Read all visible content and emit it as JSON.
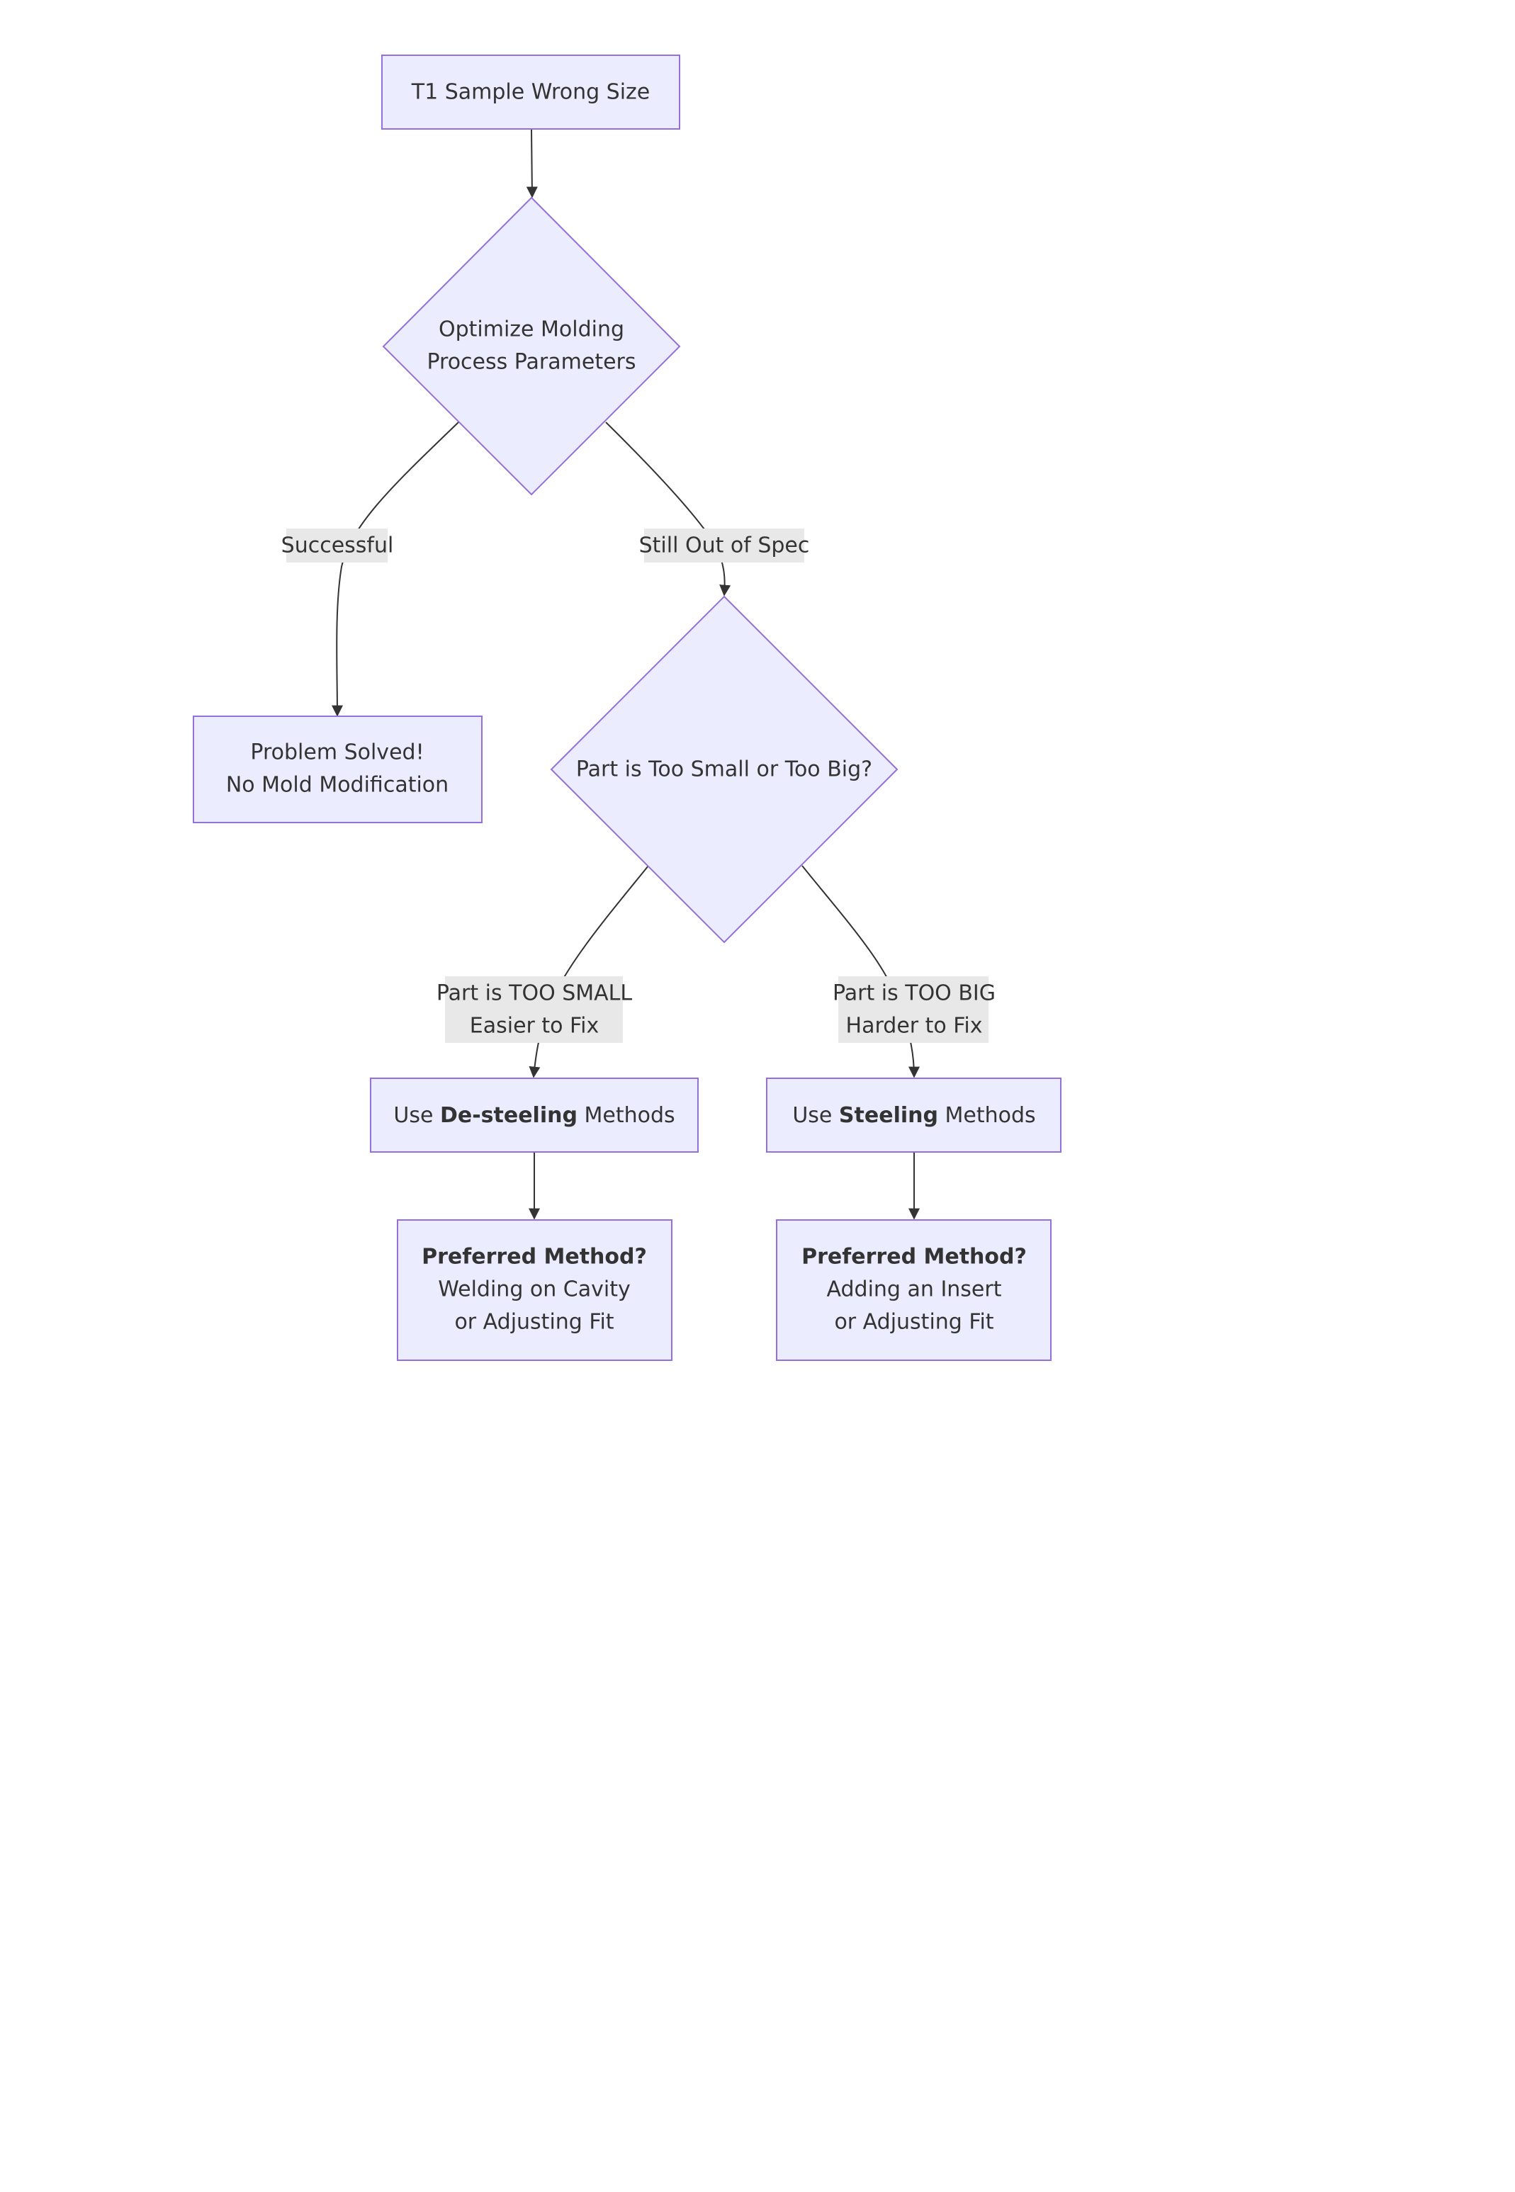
{
  "colors": {
    "node_fill": "#ECECFF",
    "node_stroke": "#9370DB",
    "edge": "#333333",
    "edge_label_bg": "#E8E8E8",
    "text": "#333333"
  },
  "nodes": {
    "start": {
      "line1": "T1 Sample Wrong Size"
    },
    "optimize": {
      "line1": "Optimize Molding",
      "line2": "Process Parameters"
    },
    "solved": {
      "line1": "Problem Solved!",
      "line2": "No Mold Modification"
    },
    "size_check": {
      "line1": "Part is Too Small or Too Big?"
    },
    "desteel": {
      "prefix": "Use ",
      "bold": "De-steeling",
      "suffix": " Methods"
    },
    "steel": {
      "prefix": "Use ",
      "bold": "Steeling",
      "suffix": " Methods"
    },
    "pref_small": {
      "title": "Preferred Method?",
      "line1": "Welding on Cavity",
      "line2": "or Adjusting Fit"
    },
    "pref_big": {
      "title": "Preferred Method?",
      "line1": "Adding an Insert",
      "line2": "or Adjusting Fit"
    }
  },
  "edges": {
    "successful": {
      "line1": "Successful"
    },
    "out_of_spec": {
      "line1": "Still Out of Spec"
    },
    "too_small": {
      "line1": "Part is TOO SMALL",
      "line2": "Easier to Fix"
    },
    "too_big": {
      "line1": "Part is TOO BIG",
      "line2": "Harder to Fix"
    }
  }
}
